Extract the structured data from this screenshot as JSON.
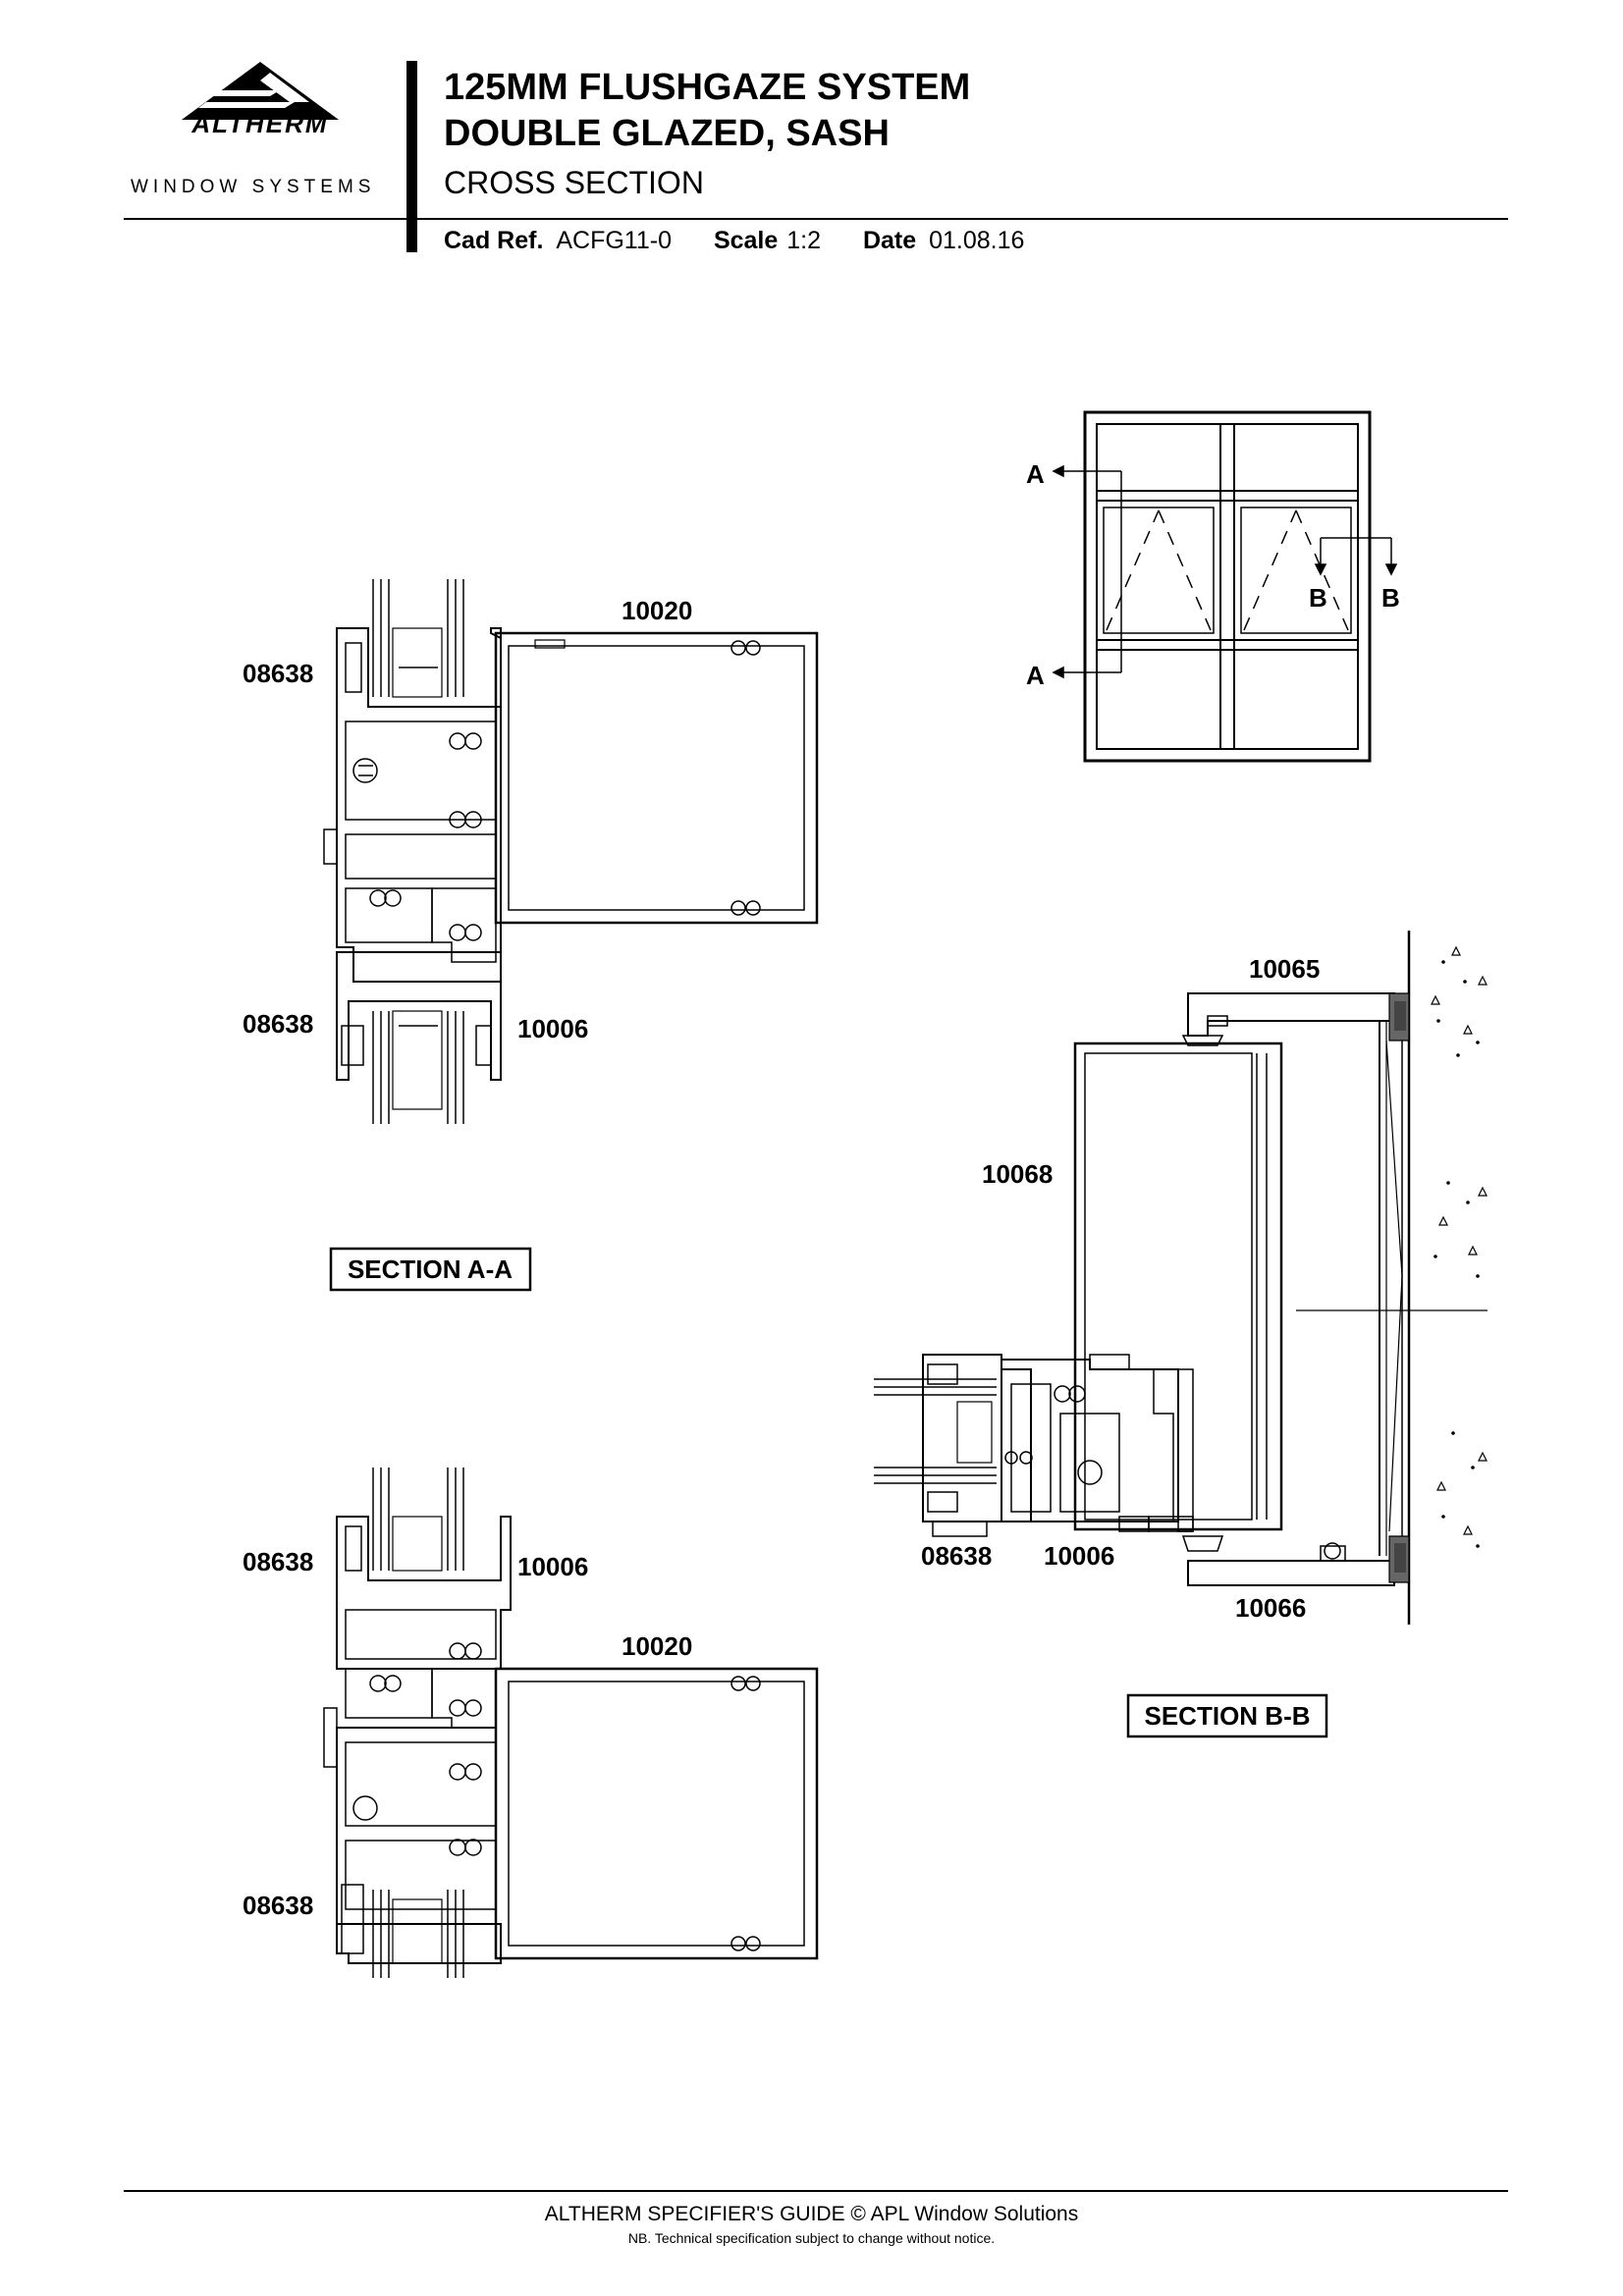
{
  "brand": {
    "name": "ALTHERM",
    "tagline": "WINDOW SYSTEMS"
  },
  "header": {
    "title_line1": "125MM  FLUSHGAZE SYSTEM",
    "title_line2": "DOUBLE GLAZED, SASH",
    "subtitle": "CROSS SECTION",
    "cad_ref_label": "Cad Ref.",
    "cad_ref_value": "ACFG11-0",
    "scale_label": "Scale",
    "scale_value": "1:2",
    "date_label": "Date",
    "date_value": "01.08.16"
  },
  "elevation": {
    "marker_a_top": "A",
    "marker_a_bottom": "A",
    "marker_b_left": "B",
    "marker_b_right": "B"
  },
  "section_aa_top": {
    "label_mullion": "10020",
    "label_frame_top": "08638",
    "label_frame_bottom": "08638",
    "label_sash": "10006"
  },
  "section_aa_bottom": {
    "label_frame_top": "08638",
    "label_sash": "10006",
    "label_mullion": "10020",
    "label_frame_bottom": "08638"
  },
  "section_aa_title": "SECTION A-A",
  "section_bb": {
    "label_head_trim": "10065",
    "label_jamb": "10068",
    "label_frame": "08638",
    "label_sash": "10006",
    "label_sill_trim": "10066",
    "title": "SECTION B-B"
  },
  "footer": {
    "main": "ALTHERM SPECIFIER'S GUIDE  ©  APL Window Solutions",
    "note": "NB. Technical specification subject to change without notice."
  }
}
